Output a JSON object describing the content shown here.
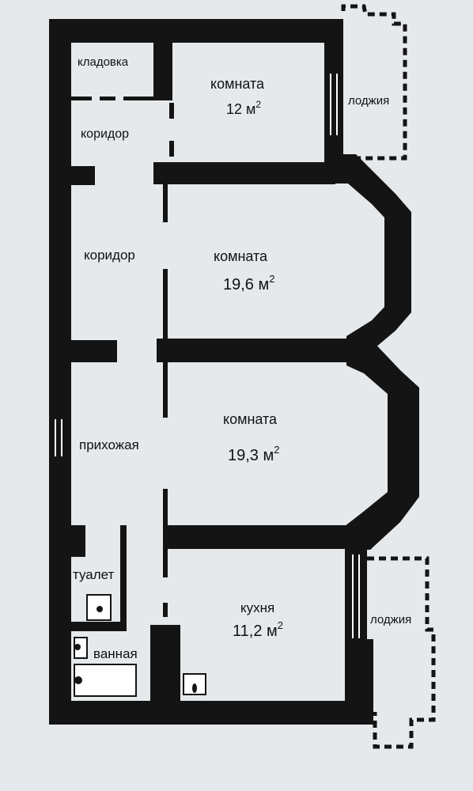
{
  "rooms": {
    "storage": {
      "name": "кладовка"
    },
    "corridor_upper": {
      "name": "коридор"
    },
    "corridor_lower": {
      "name": "коридор"
    },
    "hallway": {
      "name": "прихожая"
    },
    "toilet": {
      "name": "туалет"
    },
    "bathroom": {
      "name": "ванная"
    },
    "room1": {
      "name": "комната",
      "area": "12 м",
      "sup": "2"
    },
    "room2": {
      "name": "комната",
      "area": "19,6 м",
      "sup": "2"
    },
    "room3": {
      "name": "комната",
      "area": "19,3 м",
      "sup": "2"
    },
    "kitchen": {
      "name": "кухня",
      "area": "11,2 м",
      "sup": "2"
    },
    "loggia_top": {
      "name": "лоджия"
    },
    "loggia_bottom": {
      "name": "лоджия"
    }
  },
  "colors": {
    "wall": "#141414",
    "paper": "#e6e9ec"
  }
}
